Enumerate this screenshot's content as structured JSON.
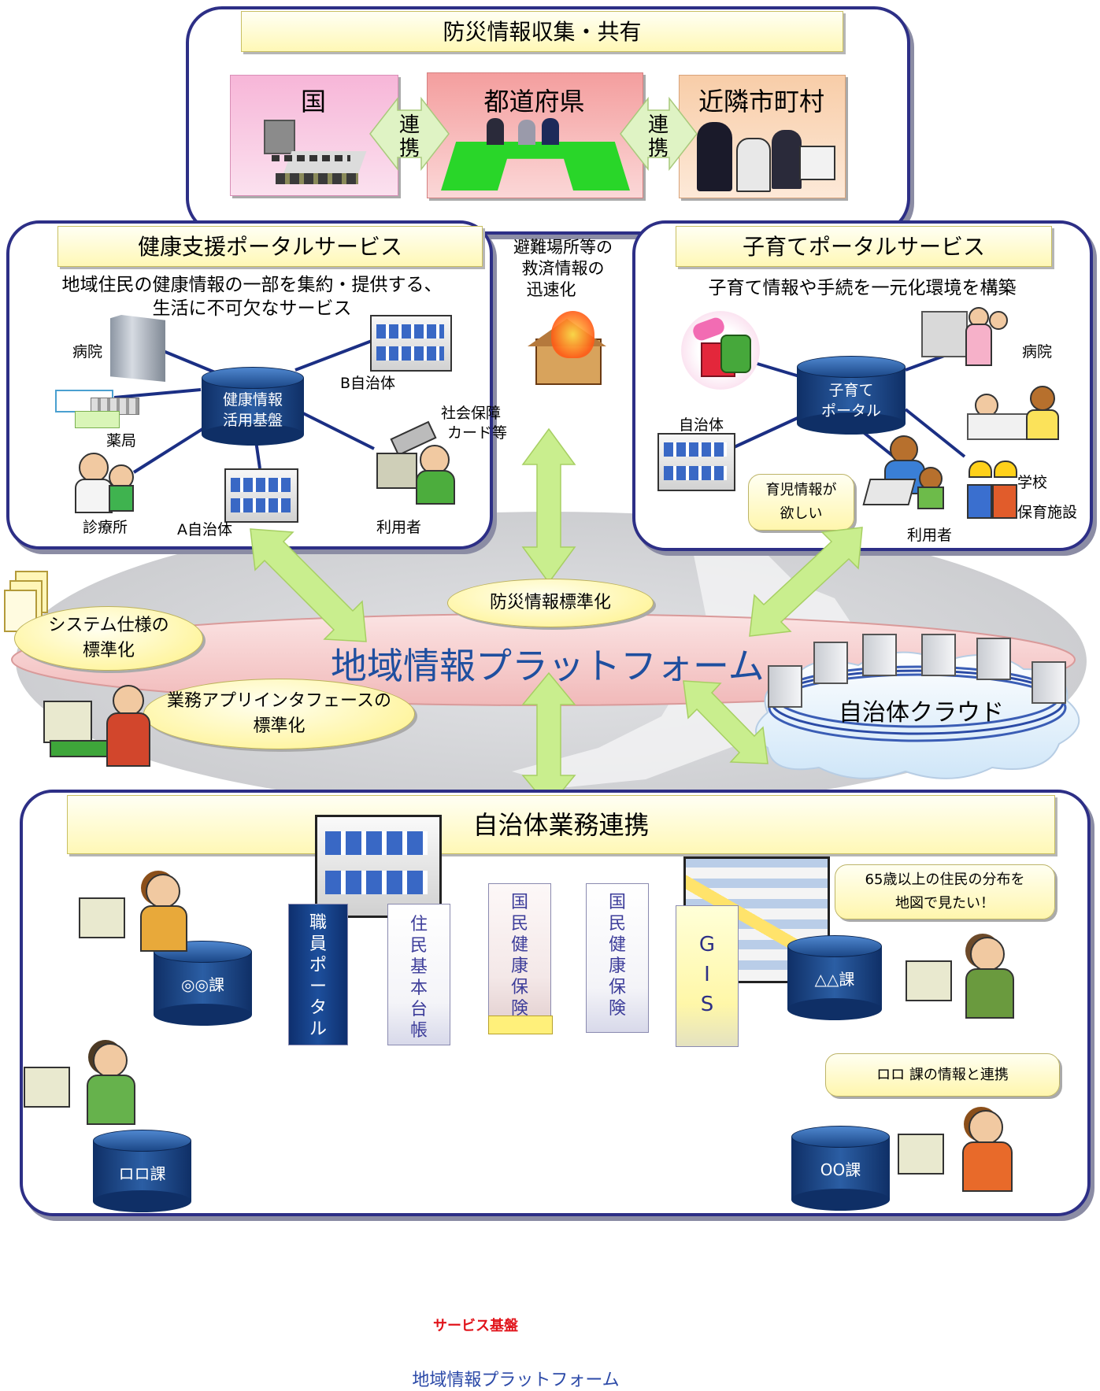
{
  "disaster": {
    "title": "防災情報収集・共有",
    "country": "国",
    "prefecture": "都道府県",
    "neighbors": "近隣市町村",
    "link1": [
      "連",
      "携"
    ],
    "link2": [
      "連",
      "携"
    ]
  },
  "relief": [
    "避難場所等の",
    "救済情報の",
    "迅速化"
  ],
  "health": {
    "title": "健康支援ポータルサービス",
    "desc": [
      "地域住民の健康情報の一部を集約・提供する、",
      "生活に不可欠なサービス"
    ],
    "hub": [
      "健康情報",
      "活用基盤"
    ],
    "hospital": "病院",
    "pharmacy": "薬局",
    "clinic": "診療所",
    "a_gov": "A自治体",
    "b_gov": "B自治体",
    "card": [
      "社会保障",
      "カード等"
    ],
    "user": "利用者"
  },
  "childcare": {
    "title": "子育てポータルサービス",
    "desc": "子育て情報や手続を一元化環境を構築",
    "hub": [
      "子育て",
      "ポータル"
    ],
    "gov": "自治体",
    "hospital": "病院",
    "school": "学校",
    "nursery": "保育施設",
    "user": "利用者",
    "callout": [
      "育児情報が",
      "欲しい"
    ]
  },
  "platform": {
    "title": "地域情報プラットフォーム",
    "disaster_std": "防災情報標準化",
    "system_std": [
      "システム仕様の",
      "標準化"
    ],
    "app_std": [
      "業務アプリインタフェースの",
      "標準化"
    ],
    "cloud": "自治体クラウド"
  },
  "business": {
    "title": "自治体業務連携",
    "pillars": [
      {
        "label": "職員ポータル"
      },
      {
        "label": "住民基本台帳"
      },
      {
        "label": "国民健康保険"
      },
      {
        "label": "国民健康保険"
      },
      {
        "label": "GIS"
      }
    ],
    "service_base": "サービス基盤",
    "platform": "地域情報プラットフォーム",
    "dept_a": "◎◎課",
    "dept_b": "△△課",
    "dept_c": "ロロ課",
    "dept_d": "OO課",
    "callout1": [
      "65歳以上の住民の分布を",
      "地図で見たい！"
    ],
    "callout2": "ロロ 課の情報と連携"
  },
  "colors": {
    "panel_border": "#2d2f86",
    "arrow": "#c9ee8e",
    "hub": "#1b4787",
    "banner": "#fff8b6",
    "platform_text": "#1f4f9f"
  }
}
